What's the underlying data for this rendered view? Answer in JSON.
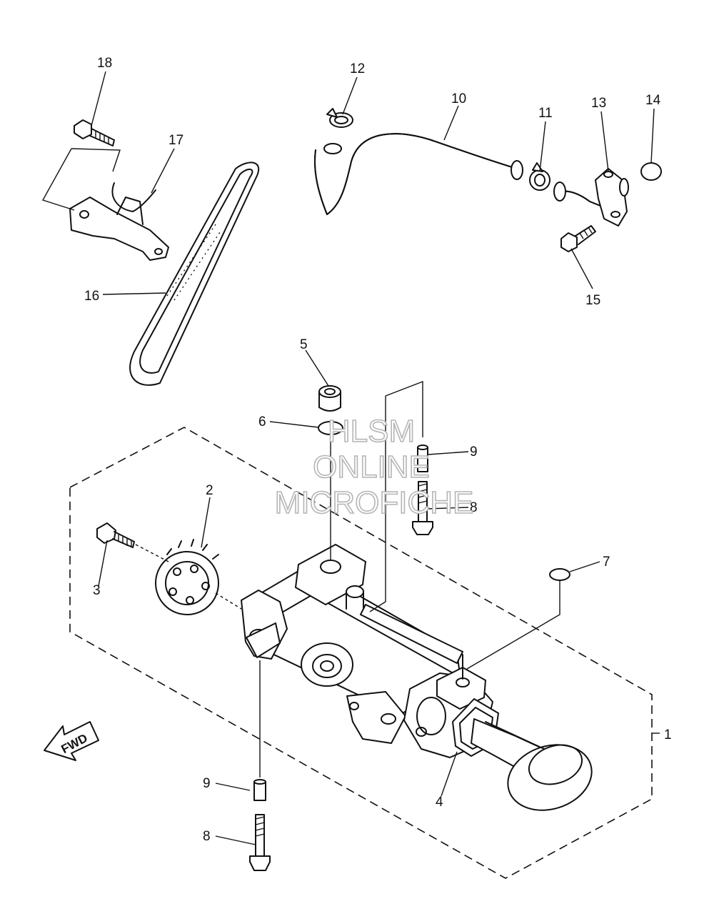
{
  "callouts": [
    "1",
    "2",
    "3",
    "4",
    "5",
    "6",
    "7",
    "8",
    "8",
    "9",
    "9",
    "10",
    "11",
    "12",
    "13",
    "14",
    "15",
    "16",
    "17",
    "18"
  ],
  "direction_label": "FWD",
  "watermark": {
    "line1": "HLSM",
    "line2": "ONLINE",
    "line3": "MICROFICHE"
  },
  "icons": [
    "oil-pump-assembly-icon",
    "drive-sprocket-icon",
    "bolt-icon",
    "oil-strainer-icon",
    "collar-icon",
    "o-ring-icon",
    "dowel-pin-icon",
    "oil-hose-icon",
    "hose-clip-icon",
    "oil-pipe-icon",
    "drive-chain-icon",
    "chain-guide-icon",
    "fwd-arrow-icon"
  ],
  "colors": {
    "line": "#111111",
    "background": "#ffffff",
    "watermark_outline": "#b5b5b5"
  }
}
